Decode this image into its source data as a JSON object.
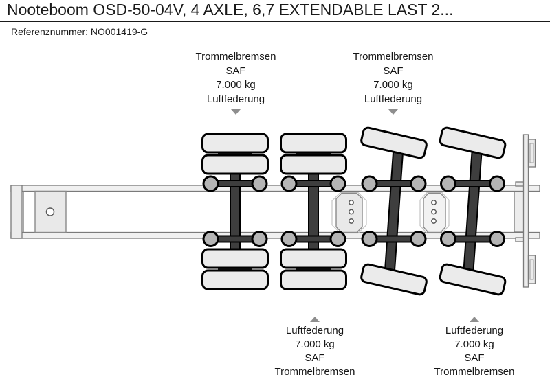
{
  "header": {
    "title": "Nooteboom OSD-50-04V, 4 AXLE, 6,7 EXTENDABLE LAST 2...",
    "reference": "Referenznummer: NO001419-G"
  },
  "axle_annotations": {
    "top": [
      {
        "lines": [
          "Trommelbremsen",
          "SAF",
          "7.000 kg",
          "Luftfederung"
        ]
      },
      {
        "lines": [
          "Trommelbremsen",
          "SAF",
          "7.000 kg",
          "Luftfederung"
        ]
      }
    ],
    "bottom": [
      {
        "lines": [
          "Luftfederung",
          "7.000 kg",
          "SAF",
          "Trommelbremsen"
        ]
      },
      {
        "lines": [
          "Luftfederung",
          "7.000 kg",
          "SAF",
          "Trommelbremsen"
        ]
      }
    ]
  },
  "colors": {
    "background": "#ffffff",
    "text": "#1a1a1a",
    "tire_fill": "#ebebeb",
    "hub_fill": "#b5b5b5",
    "axle_bar": "#3e3e3e",
    "chassis_rail": "#f0f0f0",
    "arrow": "#8e8e8e"
  }
}
